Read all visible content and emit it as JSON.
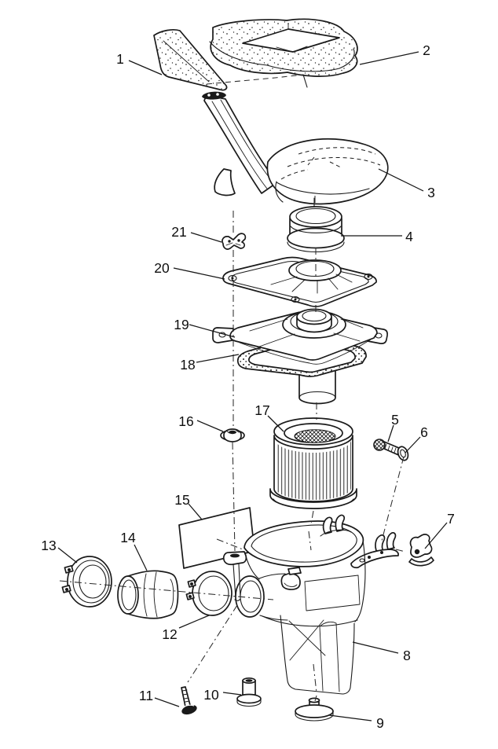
{
  "figure": {
    "kind": "exploded-parts-diagram",
    "palette": {
      "ink": "#1a1a1a",
      "paper": "#ffffff"
    }
  },
  "callouts": [
    {
      "num": "1"
    },
    {
      "num": "2"
    },
    {
      "num": "3"
    },
    {
      "num": "4"
    },
    {
      "num": "5"
    },
    {
      "num": "6"
    },
    {
      "num": "7"
    },
    {
      "num": "8"
    },
    {
      "num": "9"
    },
    {
      "num": "10"
    },
    {
      "num": "11"
    },
    {
      "num": "12"
    },
    {
      "num": "13"
    },
    {
      "num": "14"
    },
    {
      "num": "15"
    },
    {
      "num": "16"
    },
    {
      "num": "17"
    },
    {
      "num": "18"
    },
    {
      "num": "19"
    },
    {
      "num": "20"
    },
    {
      "num": "21"
    }
  ]
}
